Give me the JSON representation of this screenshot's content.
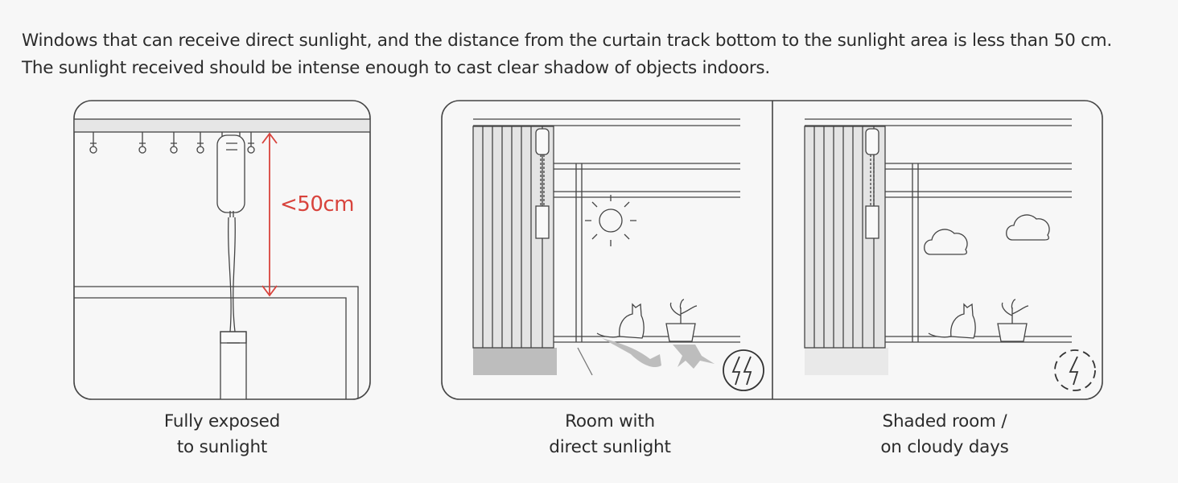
{
  "intro": {
    "line1": "Windows that can receive direct sunlight, and the distance from the curtain track bottom to the sunlight area is less than 50 cm.",
    "line2": "The sunlight received should be intense enough to cast clear shadow of objects indoors."
  },
  "panels": [
    {
      "caption_line1": "Fully exposed",
      "caption_line2": "to sunlight",
      "distance_label": "<50cm"
    },
    {
      "caption_line1": "Room with",
      "caption_line2": "direct sunlight",
      "icon": "fast-charging-icon"
    },
    {
      "caption_line1": "Shaded room /",
      "caption_line2": "on cloudy days",
      "icon": "slow-charging-icon"
    }
  ],
  "colors": {
    "outline": "#444444",
    "accent_red": "#d8433c",
    "background": "#f7f7f7",
    "curtain": "#e4e4e4",
    "shadow": "#bdbdbd"
  }
}
